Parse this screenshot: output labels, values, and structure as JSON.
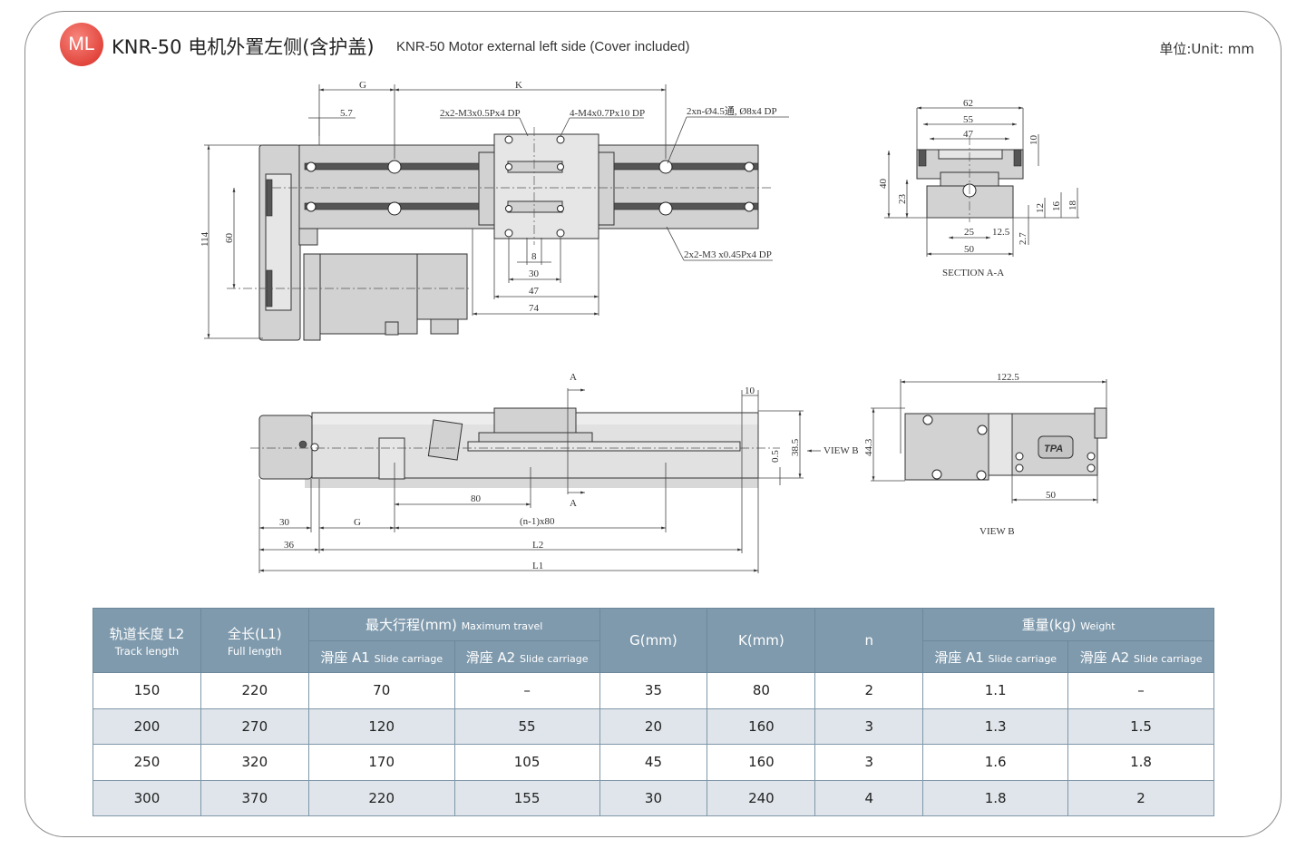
{
  "header": {
    "badge": "ML",
    "title_cn": "KNR-50 电机外置左侧(含护盖)",
    "title_en": "KNR-50 Motor external left side (Cover included)",
    "unit": "单位:Unit: mm"
  },
  "drawing": {
    "top": {
      "g": "G",
      "k": "K",
      "d57": "5.7",
      "callout1": "2x2-M3x0.5Px4 DP",
      "callout2": "4-M4x0.7Px10 DP",
      "callout3": "2xn-Ø4.5通, Ø8x4 DP",
      "callout4": "2x2-M3 x0.45Px4 DP",
      "d114": "114",
      "d60": "60",
      "d8": "8",
      "d30": "30",
      "d47": "47",
      "d74": "74"
    },
    "section": {
      "d62": "62",
      "d55": "55",
      "d47": "47",
      "d10": "10",
      "d40": "40",
      "d23": "23",
      "d12": "12",
      "d16": "16",
      "d18": "18",
      "d25": "25",
      "d125": "12.5",
      "d27": "2.7",
      "d50": "50",
      "caption": "SECTION A-A"
    },
    "side": {
      "a_top": "A",
      "a_bottom": "A",
      "d10": "10",
      "d385": "38.5",
      "d05": "0.5",
      "view_b": "VIEW B",
      "d80": "80",
      "d30": "30",
      "g": "G",
      "n80": "(n-1)x80",
      "d36": "36",
      "l2": "L2",
      "l1": "L1"
    },
    "viewb": {
      "d1225": "122.5",
      "d443": "44.3",
      "d50": "50",
      "logo": "TPA",
      "caption": "VIEW B"
    }
  },
  "table": {
    "headers": {
      "track": "轨道长度 L2",
      "track_en": "Track length",
      "full": "全长(L1)",
      "full_en": "Full length",
      "travel": "最大行程(mm)",
      "travel_en": "Maximum travel",
      "a1": "滑座 A1",
      "a2": "滑座 A2",
      "slide_en": "Slide carriage",
      "g": "G(mm)",
      "k": "K(mm)",
      "n": "n",
      "weight": "重量(kg)",
      "weight_en": "Weight"
    },
    "rows": [
      [
        "150",
        "220",
        "70",
        "–",
        "35",
        "80",
        "2",
        "1.1",
        "–"
      ],
      [
        "200",
        "270",
        "120",
        "55",
        "20",
        "160",
        "3",
        "1.3",
        "1.5"
      ],
      [
        "250",
        "320",
        "170",
        "105",
        "45",
        "160",
        "3",
        "1.6",
        "1.8"
      ],
      [
        "300",
        "370",
        "220",
        "155",
        "30",
        "240",
        "4",
        "1.8",
        "2"
      ]
    ]
  }
}
